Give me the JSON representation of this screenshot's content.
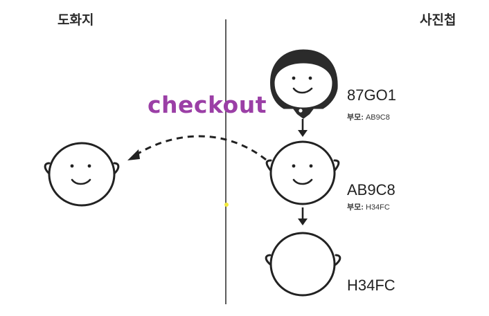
{
  "headers": {
    "left": "도화지",
    "right": "사진첩"
  },
  "action_label": "checkout",
  "commits": [
    {
      "id": "87GO1",
      "parent_prefix": "부모:",
      "parent_id": "AB9C8"
    },
    {
      "id": "AB9C8",
      "parent_prefix": "부모:",
      "parent_id": "H34FC"
    },
    {
      "id": "H34FC"
    }
  ],
  "colors": {
    "action": "#9b3fa6",
    "line": "#222222",
    "marker": "#f2ea3a"
  }
}
